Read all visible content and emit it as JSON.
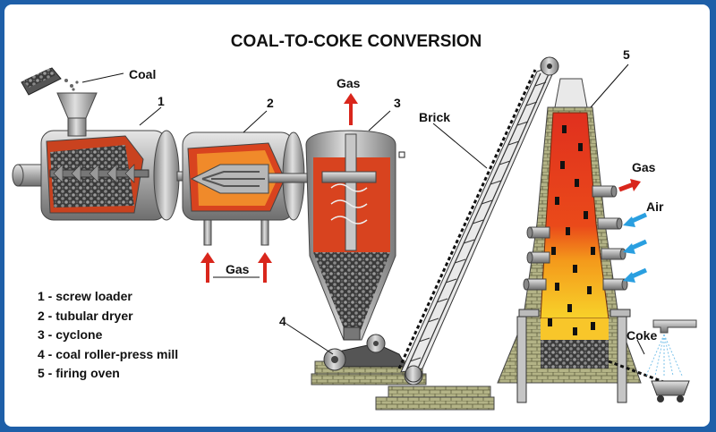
{
  "title": "COAL-TO-COKE CONVERSION",
  "labels": {
    "coal": "Coal",
    "gas_top": "Gas",
    "gas_bottom": "Gas",
    "brick": "Brick",
    "gas_oven": "Gas",
    "air": "Air",
    "coke": "Coke",
    "n1": "1",
    "n2": "2",
    "n3": "3",
    "n4": "4",
    "n5": "5"
  },
  "legend": [
    "1 - screw loader",
    "2 - tubular dryer",
    "3 - cyclone",
    "4 - coal roller-press mill",
    "5 - firing oven"
  ],
  "colors": {
    "border": "#1e5fa8",
    "fire": "#e0301e",
    "hot": "#f7a21b",
    "gas_arrow": "#d9261c",
    "air_arrow": "#2a9fe0",
    "metal": "#b8b8b8",
    "brick": "#a8a878"
  }
}
